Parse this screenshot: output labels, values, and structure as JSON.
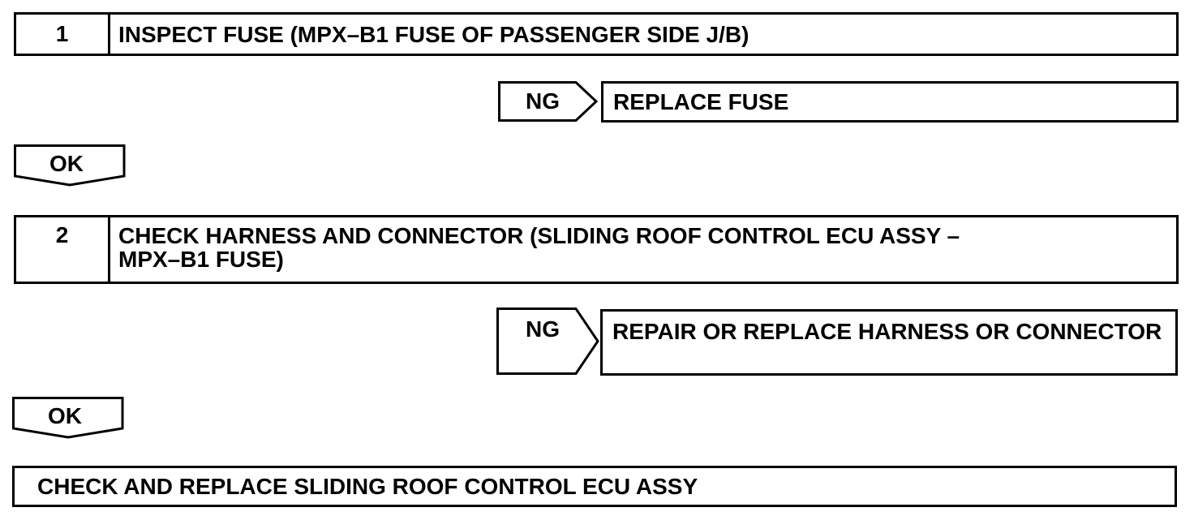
{
  "steps": [
    {
      "number": "1",
      "title": "INSPECT FUSE (MPX–B1 FUSE OF PASSENGER SIDE J/B)"
    },
    {
      "number": "2",
      "title_line1": "CHECK HARNESS AND CONNECTOR (SLIDING ROOF CONTROL ECU ASSY –",
      "title_line2": "MPX–B1 FUSE)"
    }
  ],
  "branches": [
    {
      "label": "NG",
      "action": "REPLACE FUSE"
    },
    {
      "label": "NG",
      "action": "REPAIR OR REPLACE HARNESS OR CONNECTOR"
    }
  ],
  "ok_labels": [
    "OK",
    "OK"
  ],
  "final_action": "CHECK AND REPLACE SLIDING ROOF CONTROL ECU ASSY"
}
